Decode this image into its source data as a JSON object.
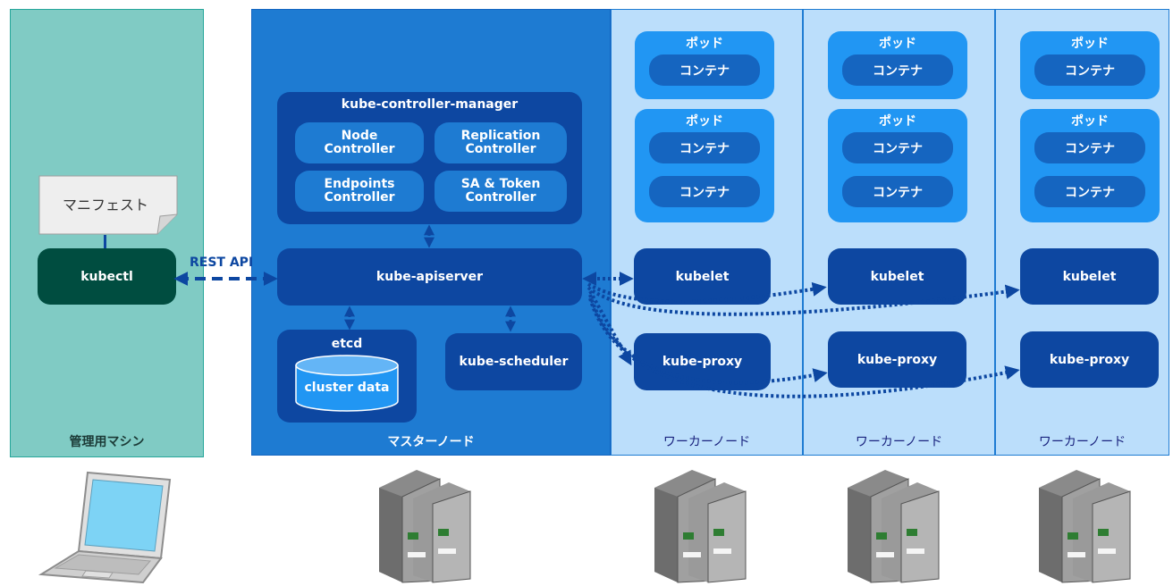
{
  "admin": {
    "label": "管理用マシン",
    "manifest": "マニフェスト",
    "kubectl": "kubectl"
  },
  "rest_api": "REST API",
  "master": {
    "label": "マスターノード",
    "controller_manager": {
      "title": "kube-controller-manager",
      "controllers": [
        {
          "line1": "Node",
          "line2": "Controller"
        },
        {
          "line1": "Replication",
          "line2": "Controller"
        },
        {
          "line1": "Endpoints",
          "line2": "Controller"
        },
        {
          "line1": "SA & Token",
          "line2": "Controller"
        }
      ]
    },
    "apiserver": "kube-apiserver",
    "etcd": "etcd",
    "cluster_data": "cluster data",
    "scheduler": "kube-scheduler"
  },
  "workers": [
    {
      "label": "ワーカーノード",
      "pod1": "ポッド",
      "pod2": "ポッド",
      "container": "コンテナ",
      "kubelet": "kubelet",
      "proxy": "kube-proxy"
    },
    {
      "label": "ワーカーノード",
      "pod1": "ポッド",
      "pod2": "ポッド",
      "container": "コンテナ",
      "kubelet": "kubelet",
      "proxy": "kube-proxy"
    },
    {
      "label": "ワーカーノード",
      "pod1": "ポッド",
      "pod2": "ポッド",
      "container": "コンテナ",
      "kubelet": "kubelet",
      "proxy": "kube-proxy"
    }
  ],
  "colors": {
    "admin_bg": "#80cbc4",
    "master_bg": "#1e7bd2",
    "worker_bg": "#bbdefb",
    "component": "#0d47a1",
    "pod": "#2196f3",
    "container": "#1565c0",
    "kubectl": "#004d40",
    "arrow": "#0d47a1"
  },
  "icons": [
    "laptop-icon",
    "server-icon"
  ]
}
